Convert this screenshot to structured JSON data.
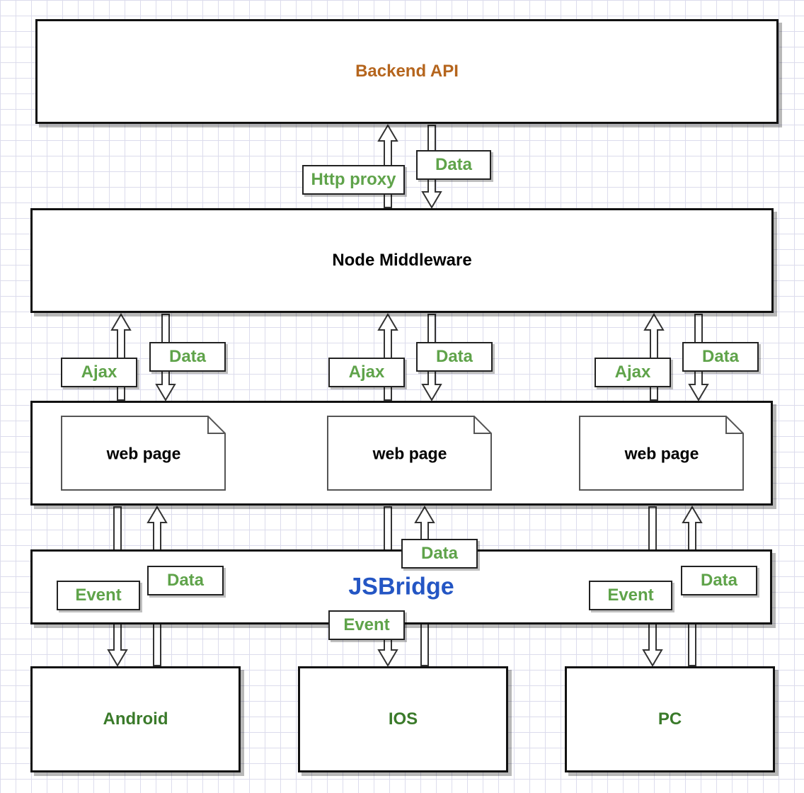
{
  "colors": {
    "backend": "#b5651d",
    "platform": "#3a7a2a",
    "bridge": "#2456c4",
    "tag": "#5fa34a"
  },
  "backend": {
    "label": "Backend API"
  },
  "middleware": {
    "label": "Node Middleware"
  },
  "proxy": {
    "http_label": "Http proxy",
    "data_label": "Data"
  },
  "channels": [
    {
      "ajax_label": "Ajax",
      "data_label": "Data"
    },
    {
      "ajax_label": "Ajax",
      "data_label": "Data"
    },
    {
      "ajax_label": "Ajax",
      "data_label": "Data"
    }
  ],
  "webpages": [
    {
      "label": "web page"
    },
    {
      "label": "web page"
    },
    {
      "label": "web page"
    }
  ],
  "jsbridge": {
    "label": "JSBridge"
  },
  "bridge_channels": [
    {
      "event_label": "Event",
      "data_label": "Data"
    },
    {
      "event_label": "Event",
      "data_label": "Data"
    },
    {
      "event_label": "Event",
      "data_label": "Data"
    }
  ],
  "platforms": [
    {
      "label": "Android"
    },
    {
      "label": "IOS"
    },
    {
      "label": "PC"
    }
  ]
}
